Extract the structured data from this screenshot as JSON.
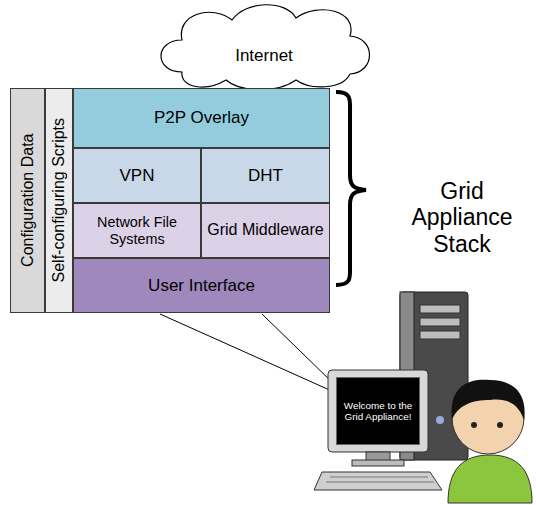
{
  "diagram": {
    "nodes": [
      {
        "text": [
          "Internet"
        ]
      },
      {
        "text": [
          "Configuration Data"
        ]
      },
      {
        "text": [
          "Self-configuring Scripts"
        ]
      },
      {
        "text": [
          "P2P Overlay"
        ]
      },
      {
        "text": [
          "VPN"
        ]
      },
      {
        "text": [
          "DHT"
        ]
      },
      {
        "text": [
          "Network File Systems"
        ]
      },
      {
        "text": [
          "Grid Middleware"
        ]
      },
      {
        "text": [
          "User Interface"
        ]
      },
      {
        "text": [
          "Welcome to the Grid Appliance!"
        ]
      }
    ],
    "labels": [
      "Grid Appliance Stack"
    ]
  }
}
